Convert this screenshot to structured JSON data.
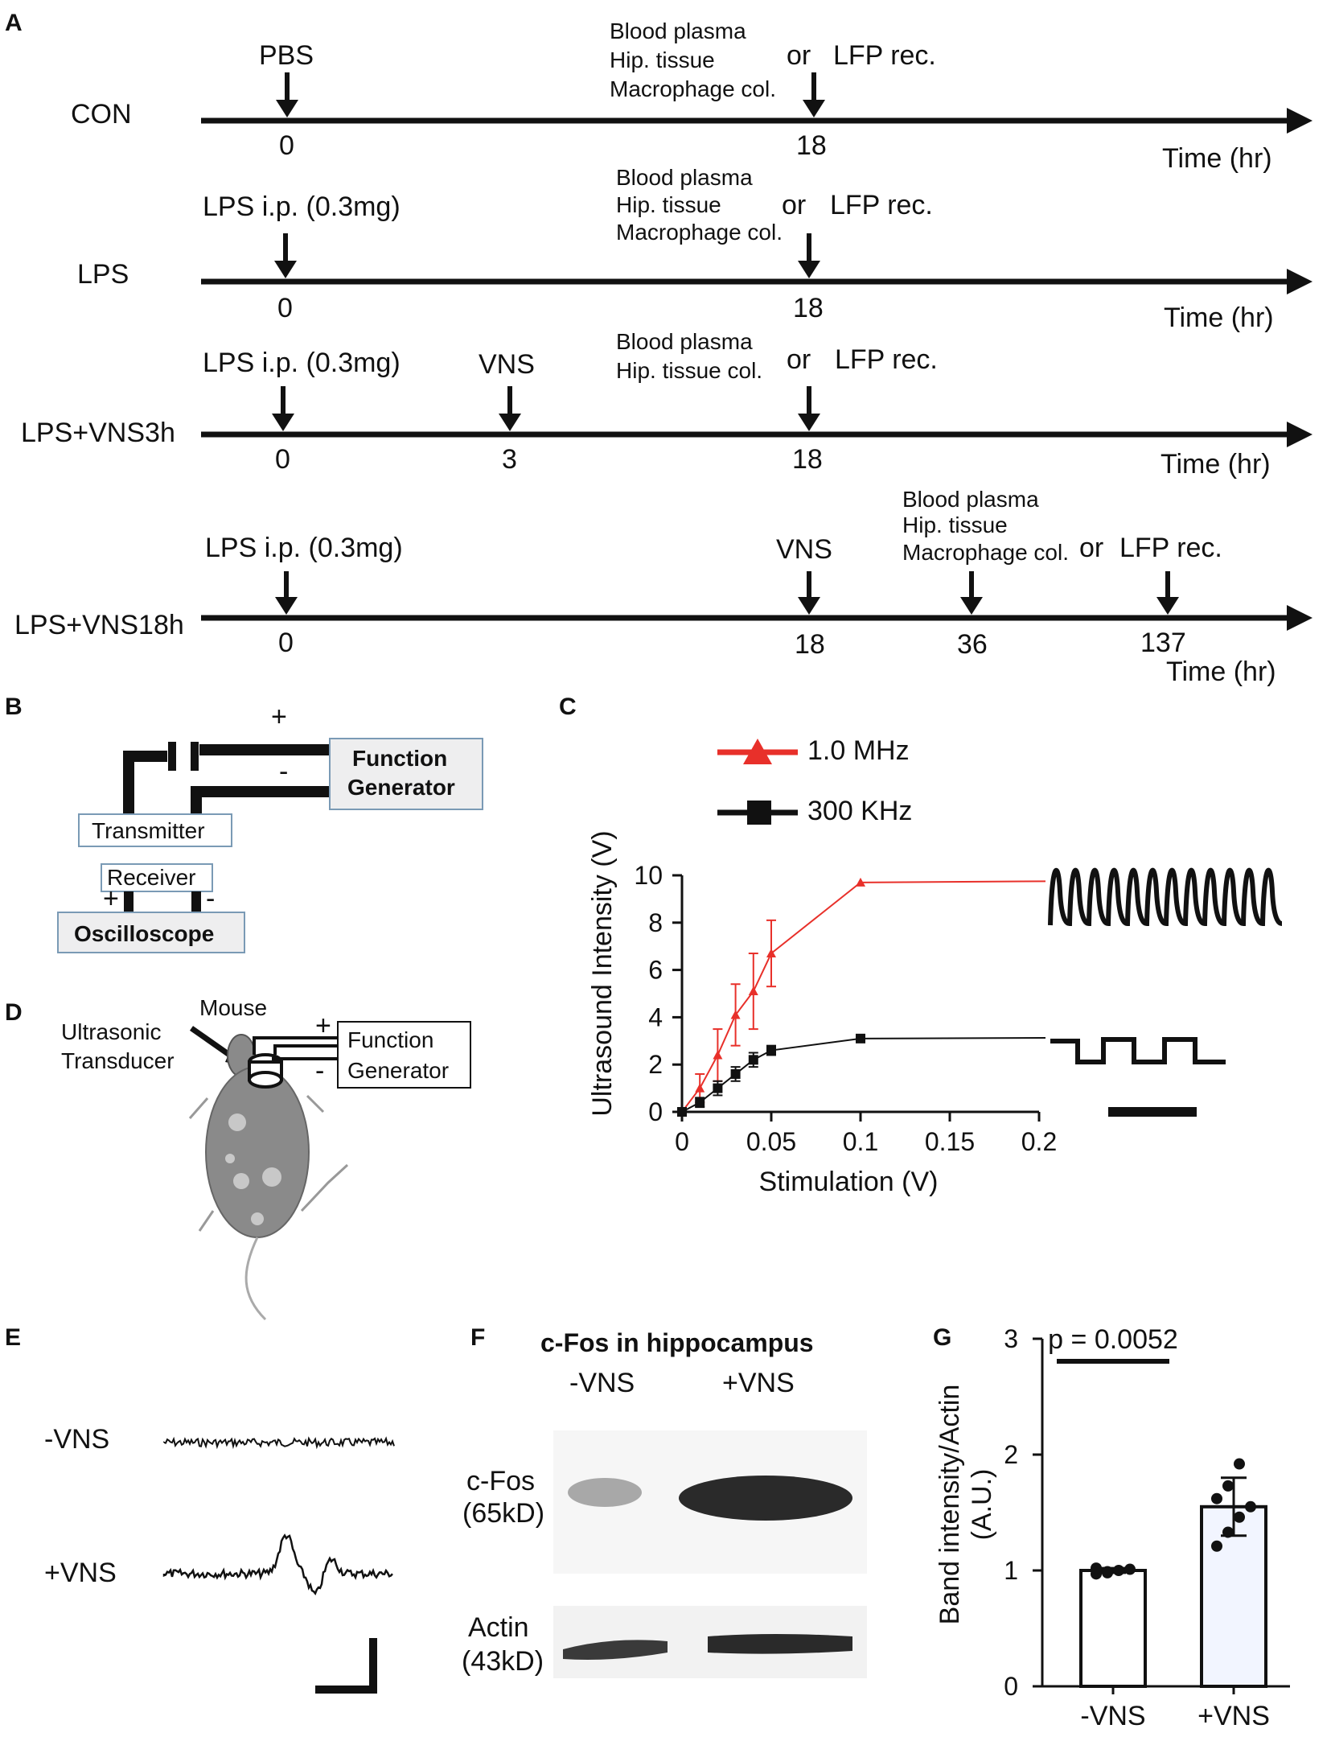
{
  "panels": {
    "a": "A",
    "b": "B",
    "c": "C",
    "d": "D",
    "e": "E",
    "f": "F",
    "g": "G"
  },
  "timelines": [
    {
      "group": "CON",
      "events": [
        {
          "label_lines": [
            "PBS"
          ],
          "at": "0"
        },
        {
          "label_lines": [
            "Blood plasma",
            "Hip. tissue",
            "Macrophage col."
          ],
          "or": "or",
          "rec": "LFP rec.",
          "at": "18"
        }
      ],
      "ticks": [
        "0",
        "18"
      ],
      "time_label": "Time (hr)"
    },
    {
      "group": "LPS",
      "events": [
        {
          "label_lines": [
            "LPS i.p.  (0.3mg)"
          ],
          "at": "0"
        },
        {
          "label_lines": [
            "Blood plasma",
            "Hip. tissue",
            "Macrophage col."
          ],
          "or": "or",
          "rec": "LFP rec.",
          "at": "18"
        }
      ],
      "ticks": [
        "0",
        "18"
      ],
      "time_label": "Time (hr)"
    },
    {
      "group": "LPS+VNS3h",
      "events": [
        {
          "label_lines": [
            "LPS i.p.  (0.3mg)"
          ],
          "at": "0"
        },
        {
          "label_lines": [
            "VNS"
          ],
          "at": "3"
        },
        {
          "label_lines": [
            "Blood plasma",
            "Hip. tissue col."
          ],
          "or": "or",
          "rec": "LFP rec.",
          "at": "18"
        }
      ],
      "ticks": [
        "0",
        "3",
        "18"
      ],
      "time_label": "Time (hr)"
    },
    {
      "group": "LPS+VNS18h",
      "events": [
        {
          "label_lines": [
            "LPS i.p.  (0.3mg)"
          ],
          "at": "0"
        },
        {
          "label_lines": [
            "VNS"
          ],
          "at": "18"
        },
        {
          "label_lines": [
            "Blood plasma",
            "Hip. tissue",
            "Macrophage col."
          ],
          "or": "or",
          "rec": "LFP rec.",
          "at": "36"
        }
      ],
      "ticks": [
        "0",
        "18",
        "36",
        "137"
      ],
      "time_label": "Time (hr)"
    }
  ],
  "circuit": {
    "plus": "+",
    "minus": "-",
    "function_generator": [
      "Function",
      "Generator"
    ],
    "transmitter": "Transmitter",
    "receiver": "Receiver",
    "oscilloscope": "Oscilloscope"
  },
  "mouse_setup": {
    "mouse": "Mouse",
    "transducer": [
      "Ultrasonic",
      "Transducer"
    ],
    "function_generator": [
      "Function",
      "Generator"
    ],
    "plus": "+",
    "minus": "-"
  },
  "chart_data": [
    {
      "type": "line",
      "x_label": "Stimulation (V)",
      "y_label": "Ultrasound Intensity (V)",
      "xlim": [
        0,
        0.2
      ],
      "ylim": [
        0,
        10
      ],
      "x_ticks": [
        "0",
        "0.05",
        "0.1",
        "0.15",
        "0.2"
      ],
      "y_ticks": [
        "0",
        "2",
        "4",
        "6",
        "8",
        "10"
      ],
      "legend_position": "top",
      "series": [
        {
          "name": "1.0 MHz",
          "color": "#e8302a",
          "marker": "triangle",
          "x": [
            0,
            0.01,
            0.02,
            0.03,
            0.04,
            0.05,
            0.1
          ],
          "y": [
            0,
            1.0,
            2.4,
            4.1,
            5.1,
            6.7,
            9.7
          ],
          "err": [
            0,
            0.6,
            1.1,
            1.3,
            1.6,
            1.4,
            0
          ]
        },
        {
          "name": "300 KHz",
          "color": "#111111",
          "marker": "square",
          "x": [
            0,
            0.01,
            0.02,
            0.03,
            0.04,
            0.05,
            0.1
          ],
          "y": [
            0,
            0.4,
            1.0,
            1.6,
            2.2,
            2.6,
            3.1
          ],
          "err": [
            0,
            0.2,
            0.3,
            0.3,
            0.3,
            0.2,
            0.1
          ]
        }
      ]
    },
    {
      "type": "bar",
      "title": "p = 0.0052",
      "y_label": [
        "Band intensity/Actin",
        "(A.U.)"
      ],
      "ylim": [
        0,
        3
      ],
      "y_ticks": [
        "0",
        "1",
        "2",
        "3"
      ],
      "categories": [
        "-VNS",
        "+VNS"
      ],
      "values": [
        1.0,
        1.55
      ],
      "err": [
        0.02,
        0.25
      ],
      "points": [
        [
          0.97,
          0.99,
          1.0,
          1.01,
          1.02,
          0.98
        ],
        [
          1.21,
          1.33,
          1.46,
          1.55,
          1.62,
          1.73,
          1.92
        ]
      ]
    }
  ],
  "lfp": {
    "minus_vns": "-VNS",
    "plus_vns": "+VNS"
  },
  "western": {
    "title": "c-Fos in hippocampus",
    "lanes": [
      "-VNS",
      "+VNS"
    ],
    "row1": [
      "c-Fos",
      "(65kD)"
    ],
    "row2": [
      "Actin",
      "(43kD)"
    ]
  }
}
